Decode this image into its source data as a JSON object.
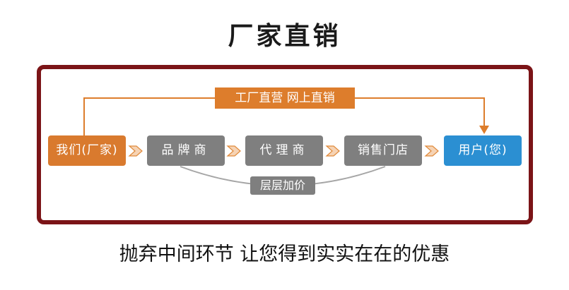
{
  "title": "厂家直销",
  "banner": "工厂直营 网上直销",
  "nodes": [
    {
      "label": "我们(厂家)",
      "color": "#d97a2e"
    },
    {
      "label": "品牌商",
      "color": "#7f7f7f"
    },
    {
      "label": "代理商",
      "color": "#7f7f7f"
    },
    {
      "label": "销售门店",
      "color": "#7f7f7f"
    },
    {
      "label": "用户(您)",
      "color": "#2b8fd2"
    }
  ],
  "middle_label": "层层加价",
  "bottom_text": "抛弃中间环节 让您得到实实在在的优惠",
  "colors": {
    "frame": "#7b1417",
    "accent_orange": "#dd7d2c",
    "gray": "#7f7f7f",
    "blue": "#2b8fd2"
  }
}
